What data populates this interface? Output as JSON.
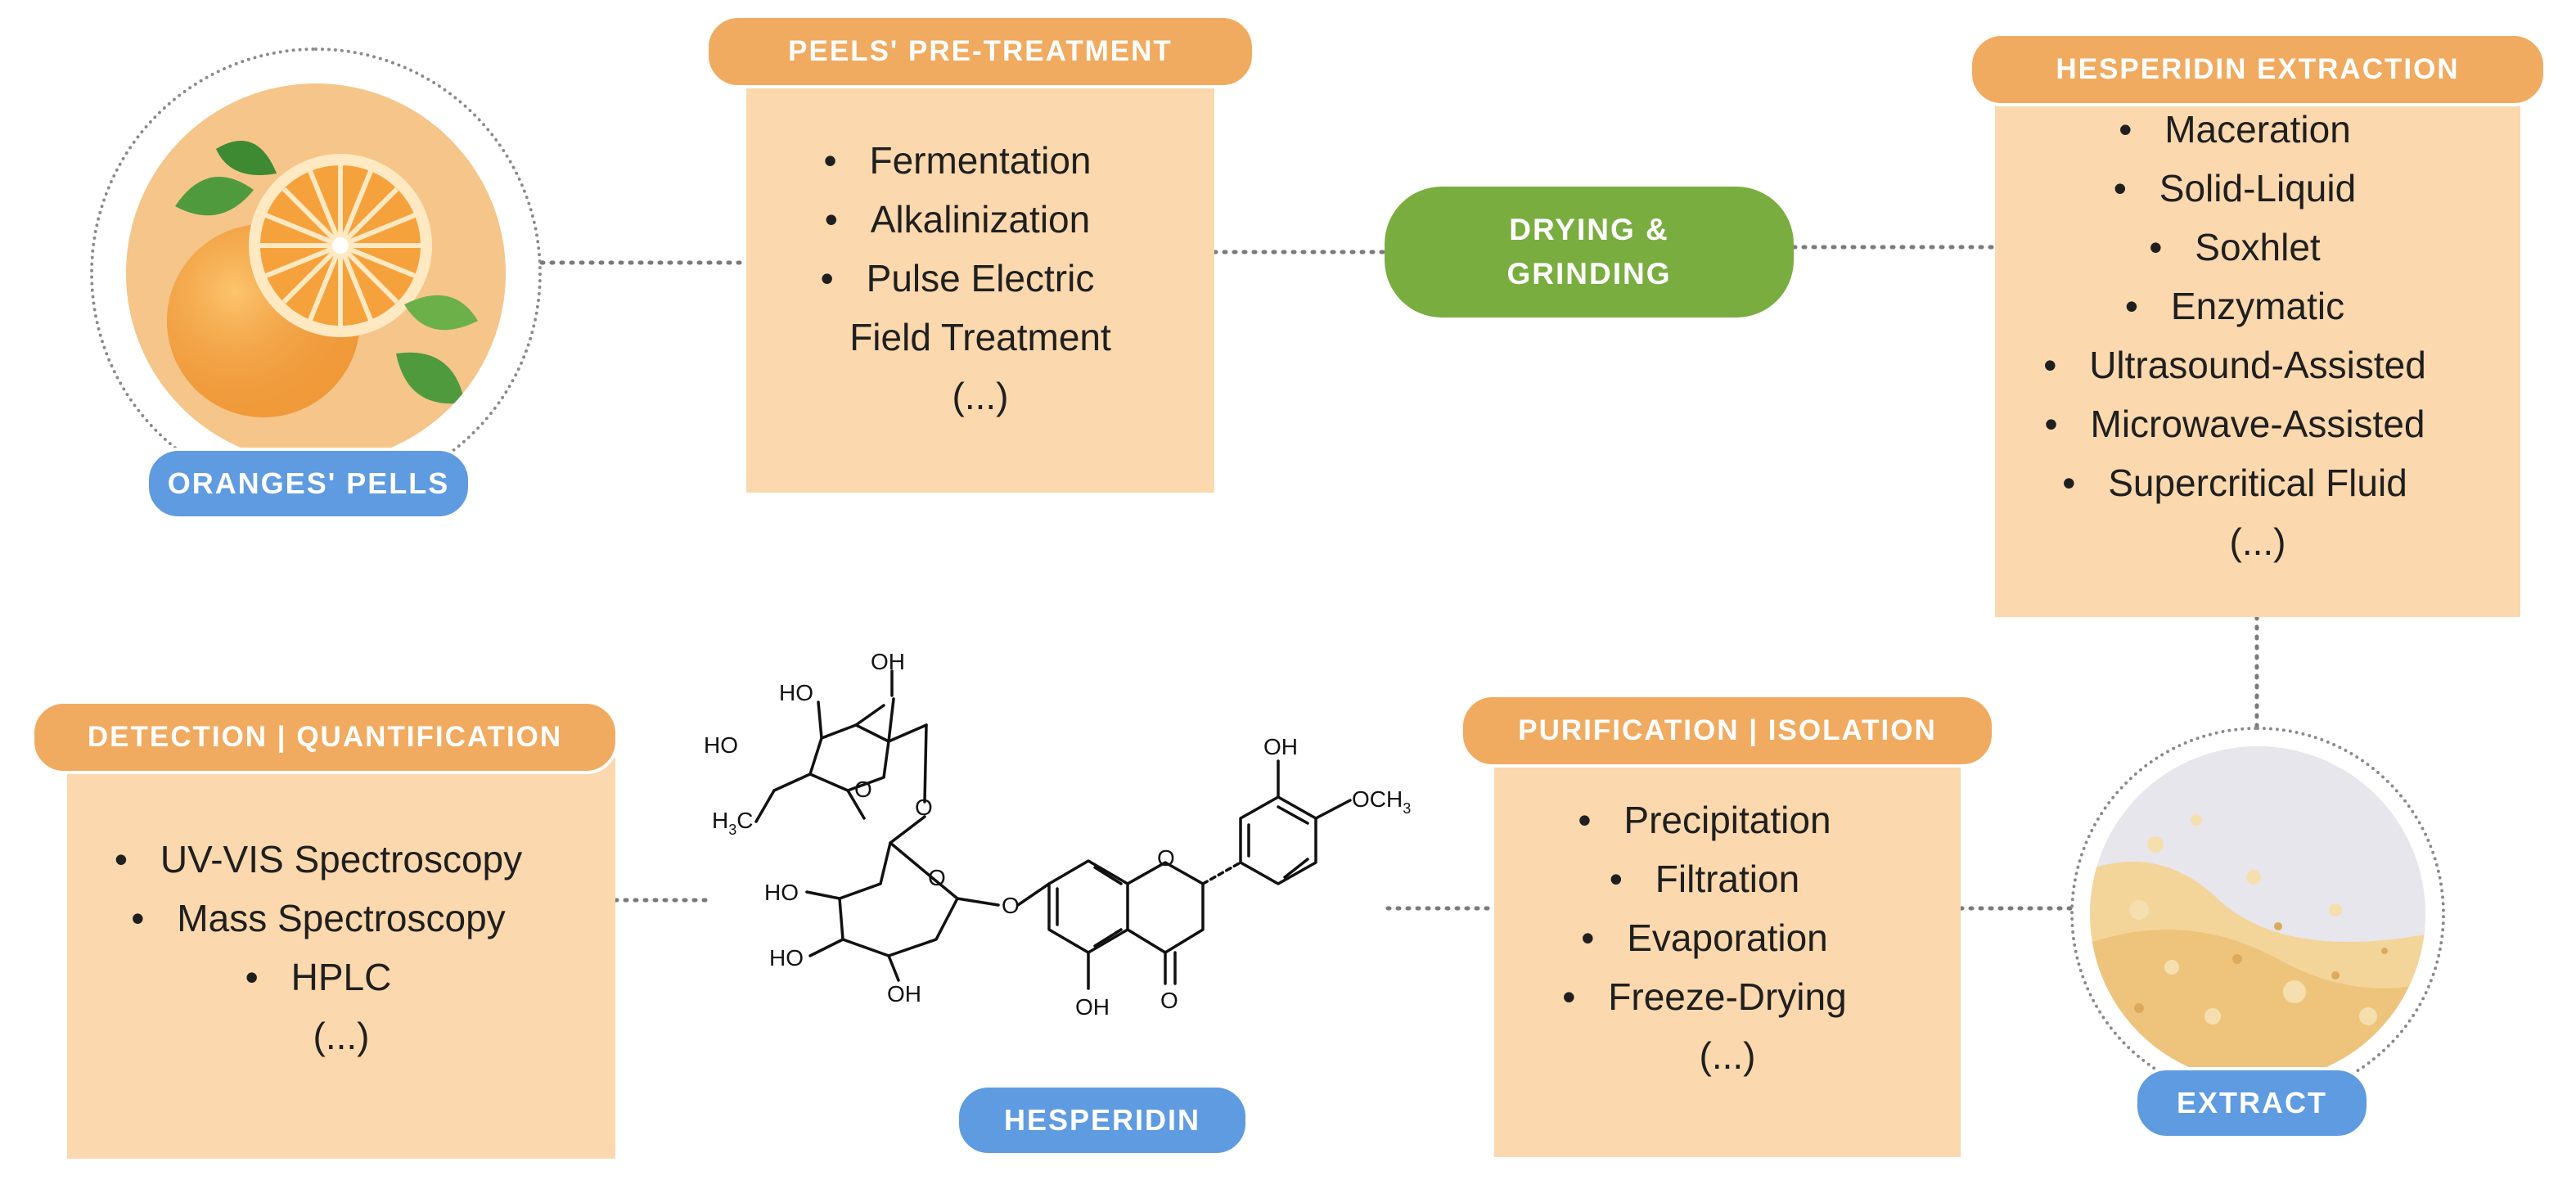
{
  "oranges": {
    "label": "ORANGES' PELLS"
  },
  "pretreatment": {
    "title": "PEELS' PRE-TREATMENT",
    "items": [
      "Fermentation",
      "Alkalinization",
      "Pulse Electric"
    ],
    "continuation": "Field Treatment",
    "more": "(...)"
  },
  "drying": {
    "line1": "DRYING &",
    "line2": "GRINDING"
  },
  "extraction": {
    "title": "HESPERIDIN EXTRACTION",
    "items": [
      "Maceration",
      "Solid-Liquid",
      "Soxhlet",
      "Enzymatic",
      "Ultrasound-Assisted",
      "Microwave-Assisted",
      "Supercritical Fluid"
    ],
    "more": "(...)"
  },
  "extract": {
    "label": "EXTRACT"
  },
  "purification": {
    "title": "PURIFICATION | ISOLATION",
    "items": [
      "Precipitation",
      "Filtration",
      "Evaporation",
      "Freeze-Drying"
    ],
    "more": "(...)"
  },
  "hesperidin": {
    "label": "HESPERIDIN",
    "atoms": {
      "oh": "OH",
      "ho": "HO",
      "o": "O",
      "och3": "OCH",
      "sub3": "3",
      "h3c": "H",
      "c": "C"
    }
  },
  "detection": {
    "title": "DETECTION | QUANTIFICATION",
    "items": [
      "UV-VIS Spectroscopy",
      "Mass Spectroscopy",
      "HPLC"
    ],
    "more": "(...)"
  },
  "colors": {
    "panel": "#fbd8ad",
    "orange_pill": "#f0ab60",
    "blue_pill": "#5f9be0",
    "green_pill": "#79ad3f"
  }
}
